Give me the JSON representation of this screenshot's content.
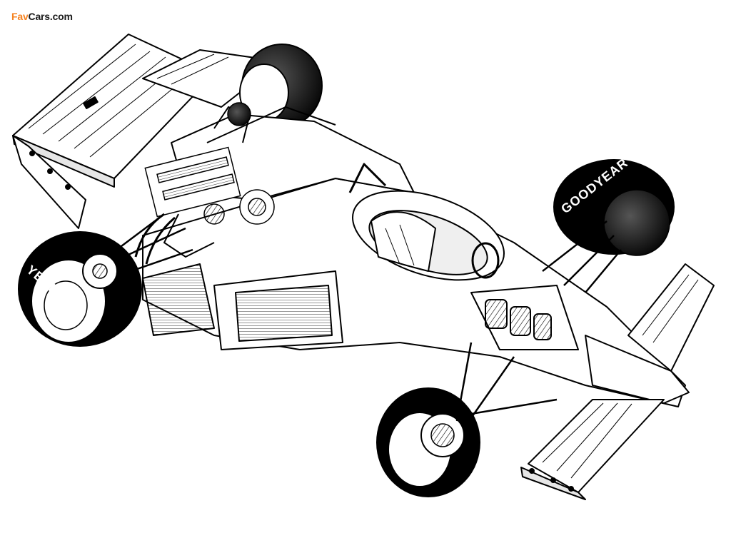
{
  "watermark": {
    "brand_part1": "Fav",
    "brand_part2": "Cars",
    "brand_suffix": ".com",
    "brand_color": "#f58220",
    "text_color": "#1a1a1a"
  },
  "illustration": {
    "subject": "formula-one-car-cutaway",
    "style": "black-and-white line drawing",
    "tyre_brand_front": "GOODYEAR",
    "tyre_brand_rear": "YEAR"
  }
}
